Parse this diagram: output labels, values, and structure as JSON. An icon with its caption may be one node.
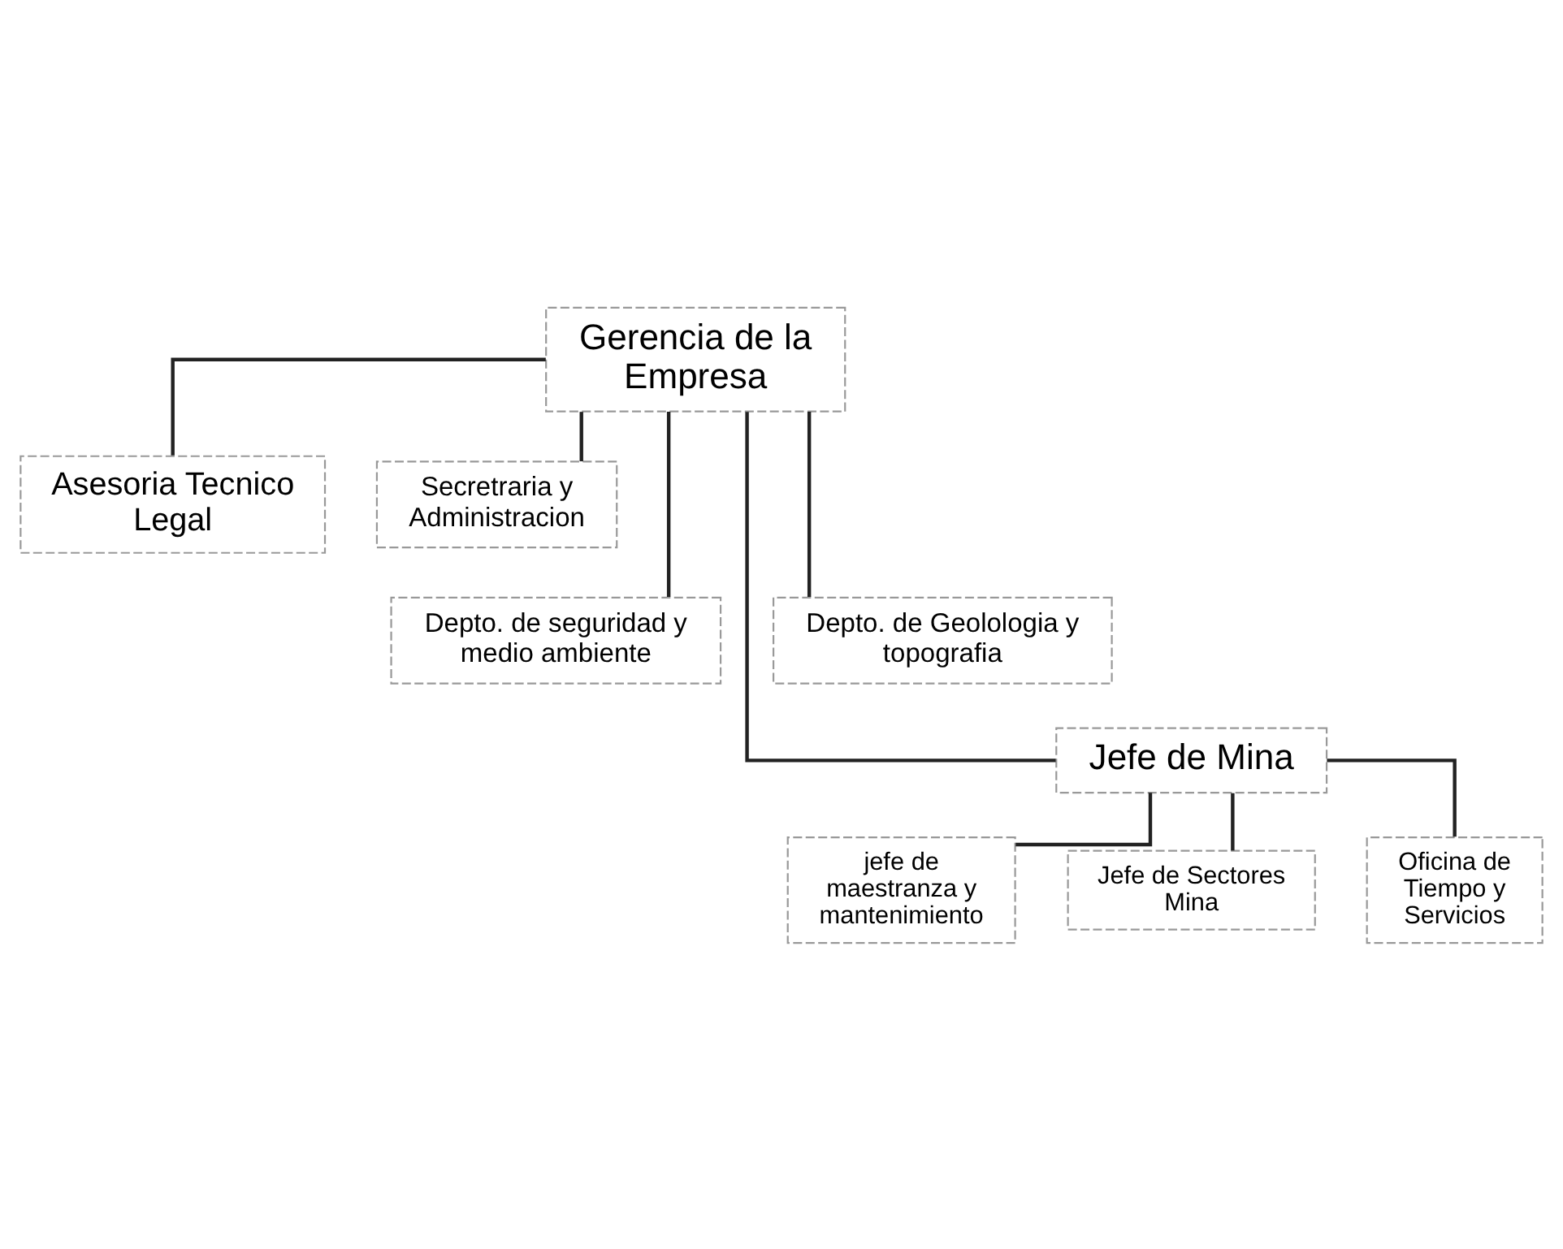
{
  "diagram": {
    "nodes": [
      {
        "text": [
          "Gerencia de la Empresa"
        ]
      },
      {
        "text": [
          "Asesoria Tecnico Legal"
        ]
      },
      {
        "text": [
          "Secretraria y Administracion"
        ]
      },
      {
        "text": [
          "Depto. de seguridad y medio ambiente"
        ]
      },
      {
        "text": [
          "Depto. de Geolologia y topografia"
        ]
      },
      {
        "text": [
          "Jefe de Mina"
        ]
      },
      {
        "text": [
          "jefe de maestranza y mantenimiento"
        ]
      },
      {
        "text": [
          "Jefe de Sectores Mina"
        ]
      },
      {
        "text": [
          "Oficina de Tiempo y Servicios"
        ]
      }
    ],
    "edges": [
      {
        "from": 0,
        "to": 1,
        "arrow": "none"
      },
      {
        "from": 0,
        "to": 2,
        "arrow": "none"
      },
      {
        "from": 0,
        "to": 3,
        "arrow": "none"
      },
      {
        "from": 0,
        "to": 4,
        "arrow": "none"
      },
      {
        "from": 0,
        "to": 5,
        "arrow": "none"
      },
      {
        "from": 5,
        "to": 6,
        "arrow": "none"
      },
      {
        "from": 5,
        "to": 7,
        "arrow": "none"
      },
      {
        "from": 5,
        "to": 8,
        "arrow": "none"
      }
    ]
  }
}
